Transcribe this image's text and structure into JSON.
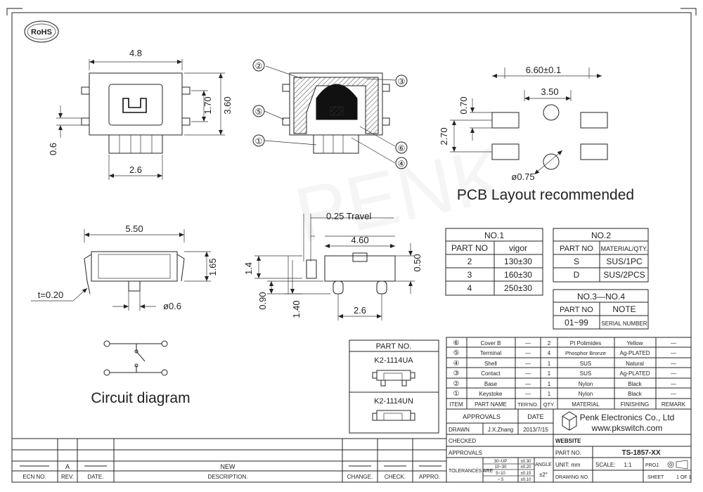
{
  "rohs_logo": "RoHS",
  "dims": {
    "top_width": "4.8",
    "top_height": "3.60",
    "top_inner": "1.70",
    "top_offset": "0.6",
    "top_bottom": "2.6",
    "pcb_total": "6.60±0.1",
    "pcb_pitch": "3.50",
    "pcb_pad_h": "0.70",
    "pcb_h": "2.70",
    "pcb_hole": "ø0.75",
    "side_width": "5.50",
    "side_height": "1.65",
    "side_thickness": "t=0.20",
    "side_pin": "ø0.6",
    "travel": "0.25 Travel",
    "front_width": "4.60",
    "front_h1": "1.4",
    "front_h2": "0.50",
    "front_h3": "0.90",
    "front_h4": "1.40",
    "front_bottom": "2.6"
  },
  "callouts": [
    "②",
    "③",
    "⑤",
    "⑥",
    "①",
    "④"
  ],
  "pcb_title": "PCB Layout recommended",
  "circuit_title": "Circuit diagram",
  "no1_table": {
    "title": "NO.1",
    "headers": [
      "PART  NO",
      "vigor"
    ],
    "rows": [
      [
        "2",
        "130±30"
      ],
      [
        "3",
        "160±30"
      ],
      [
        "4",
        "250±30"
      ]
    ]
  },
  "no2_table": {
    "title": "NO.2",
    "headers": [
      "PART  NO",
      "MATERIAL/QTY."
    ],
    "rows": [
      [
        "S",
        "SUS/1PC"
      ],
      [
        "D",
        "SUS/2PCS"
      ]
    ]
  },
  "no34_table": {
    "title": "NO.3—NO.4",
    "headers": [
      "PART  NO",
      "NOTE"
    ],
    "rows": [
      [
        "01~99",
        "SERIAL  NUMBER"
      ]
    ]
  },
  "part_no_box": {
    "title": "PART  NO.",
    "items": [
      "K2-1114UA",
      "K2-1114UN"
    ]
  },
  "bom": {
    "rows": [
      [
        "⑥",
        "Cover B",
        "—",
        "2",
        "PI Polimides",
        "Yellow",
        "—"
      ],
      [
        "⑤",
        "Terminal",
        "—",
        "4",
        "Phosphor Bronze",
        "Ag-PLATED",
        "—"
      ],
      [
        "④",
        "Shell",
        "—",
        "1",
        "SUS",
        "Natural",
        "—"
      ],
      [
        "③",
        "Contact",
        "—",
        "1",
        "SUS",
        "Ag-PLATED",
        "—"
      ],
      [
        "②",
        "Base",
        "—",
        "1",
        "Nylon",
        "Black",
        "—"
      ],
      [
        "①",
        "Keystoke",
        "—",
        "1",
        "Nylon",
        "Black",
        "—"
      ]
    ],
    "headers": [
      "ITEM",
      "PART NAME",
      "TER'NO.",
      "QTY.",
      "MATERIAL",
      "FINISHING",
      "REMARK"
    ]
  },
  "approvals": {
    "header": "APPROVALS",
    "date_label": "DATE",
    "drawn_label": "DRAWN",
    "drawn_by": "J.X.Zhang",
    "drawn_date": "2013/7/15",
    "checked_label": "CHECKED",
    "approvals_label": "APPROVALS",
    "tolerances_label": "TOLERANCES ARE",
    "tol_ranges": [
      "30~UP",
      "10~30",
      "5~10",
      "~ 5"
    ],
    "tol_values": [
      "±0.30",
      "±0.20",
      "±0.15",
      "±0.10"
    ],
    "angle_label": "ANGLE",
    "angle_value": "±2°"
  },
  "company": {
    "name": "Penk Electronics Co., Ltd",
    "website": "www.pkswitch.com",
    "website_label": "WEBSITE",
    "part_no_label": "PART NO.",
    "part_no": "TS-1857-XX",
    "unit_label": "UNIT:  mm",
    "scale_label": "SCALE:",
    "scale_value": "1:1",
    "proj_label": "PROJ.",
    "drawing_no_label": "DRAWING NO.",
    "sheet_label": "SHEET",
    "sheet_value": "1  OF  1"
  },
  "revision": {
    "rev": "A",
    "description": "NEW",
    "headers": [
      "ECN NO.",
      "REV.",
      "DATE.",
      "DESCRIPTION.",
      "CHANGE.",
      "CHECK.",
      "APPRO."
    ]
  },
  "watermark": "PENK"
}
